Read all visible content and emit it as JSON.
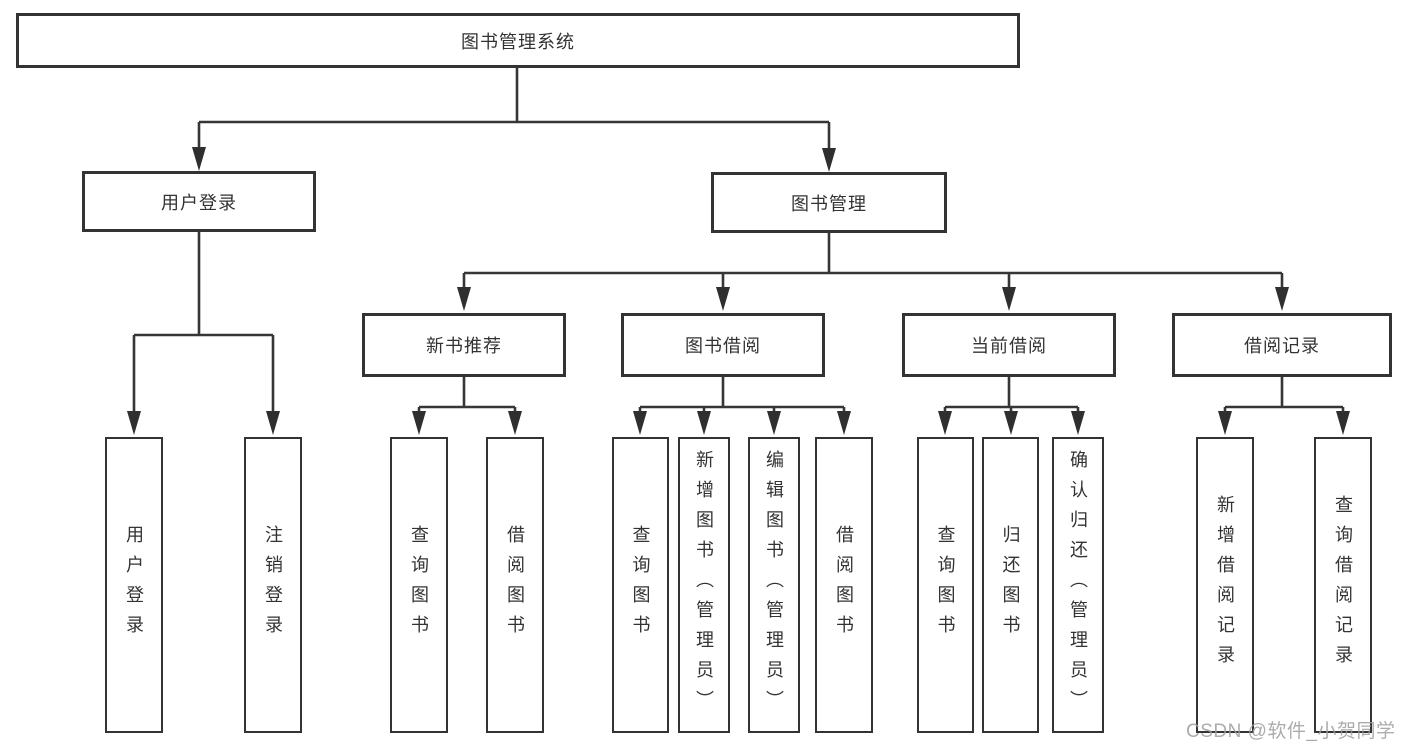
{
  "diagram": {
    "tree": {
      "label": "图书管理系统",
      "children": [
        {
          "label": "用户登录",
          "children": [
            {
              "label": "用户登录"
            },
            {
              "label": "注销登录"
            }
          ]
        },
        {
          "label": "图书管理",
          "children": [
            {
              "label": "新书推荐",
              "children": [
                {
                  "label": "查询图书"
                },
                {
                  "label": "借阅图书"
                }
              ]
            },
            {
              "label": "图书借阅",
              "children": [
                {
                  "label": "查询图书"
                },
                {
                  "label": "新增图书（管理员）"
                },
                {
                  "label": "编辑图书（管理员）"
                },
                {
                  "label": "借阅图书"
                }
              ]
            },
            {
              "label": "当前借阅",
              "children": [
                {
                  "label": "查询图书"
                },
                {
                  "label": "归还图书"
                },
                {
                  "label": "确认归还（管理员）"
                }
              ]
            },
            {
              "label": "借阅记录",
              "children": [
                {
                  "label": "新增借阅记录"
                },
                {
                  "label": "查询借阅记录"
                }
              ]
            }
          ]
        }
      ]
    },
    "colors": {
      "line": "#363636",
      "border": "#333333",
      "text": "#333333",
      "background": "#ffffff",
      "watermark": "#9e9e9e"
    }
  },
  "watermark": {
    "text": "CSDN @软件_小贺同学"
  }
}
